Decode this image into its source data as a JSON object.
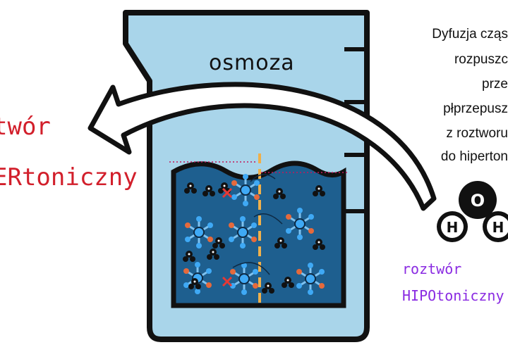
{
  "beaker": {
    "title": "osmoza"
  },
  "labels": {
    "hypertonic_line1": "twór",
    "hypertonic_line2": "ERtoniczny",
    "hypotonic_line1": "roztwór",
    "hypotonic_line2": "HIPOtoniczny"
  },
  "description_lines": [
    "Dyfuzja cząs",
    "rozpuszc",
    "prze",
    "płprzepusz",
    "z roztworu",
    "do hiperton"
  ],
  "water_molecule": {
    "atoms": [
      "O",
      "H",
      "H"
    ]
  },
  "colors": {
    "beaker_fill": "#a9d5ea",
    "solution": "#1e5f8f",
    "membrane": "#f0b04a",
    "hypertonic_text": "#d21f2b",
    "hypotonic_text": "#8a2be2"
  }
}
